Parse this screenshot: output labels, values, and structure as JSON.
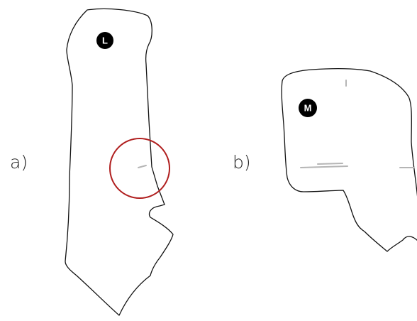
{
  "panels": [
    {
      "id": "a",
      "label": "a)",
      "marker_letter": "L"
    },
    {
      "id": "b",
      "label": "b)",
      "marker_letter": "M"
    }
  ],
  "colors": {
    "outline": "#111111",
    "marker_fill": "#000000",
    "marker_text": "#ffffff",
    "highlight_circle": "#b01e1e",
    "scratch_marks": "#b5b5b5"
  }
}
